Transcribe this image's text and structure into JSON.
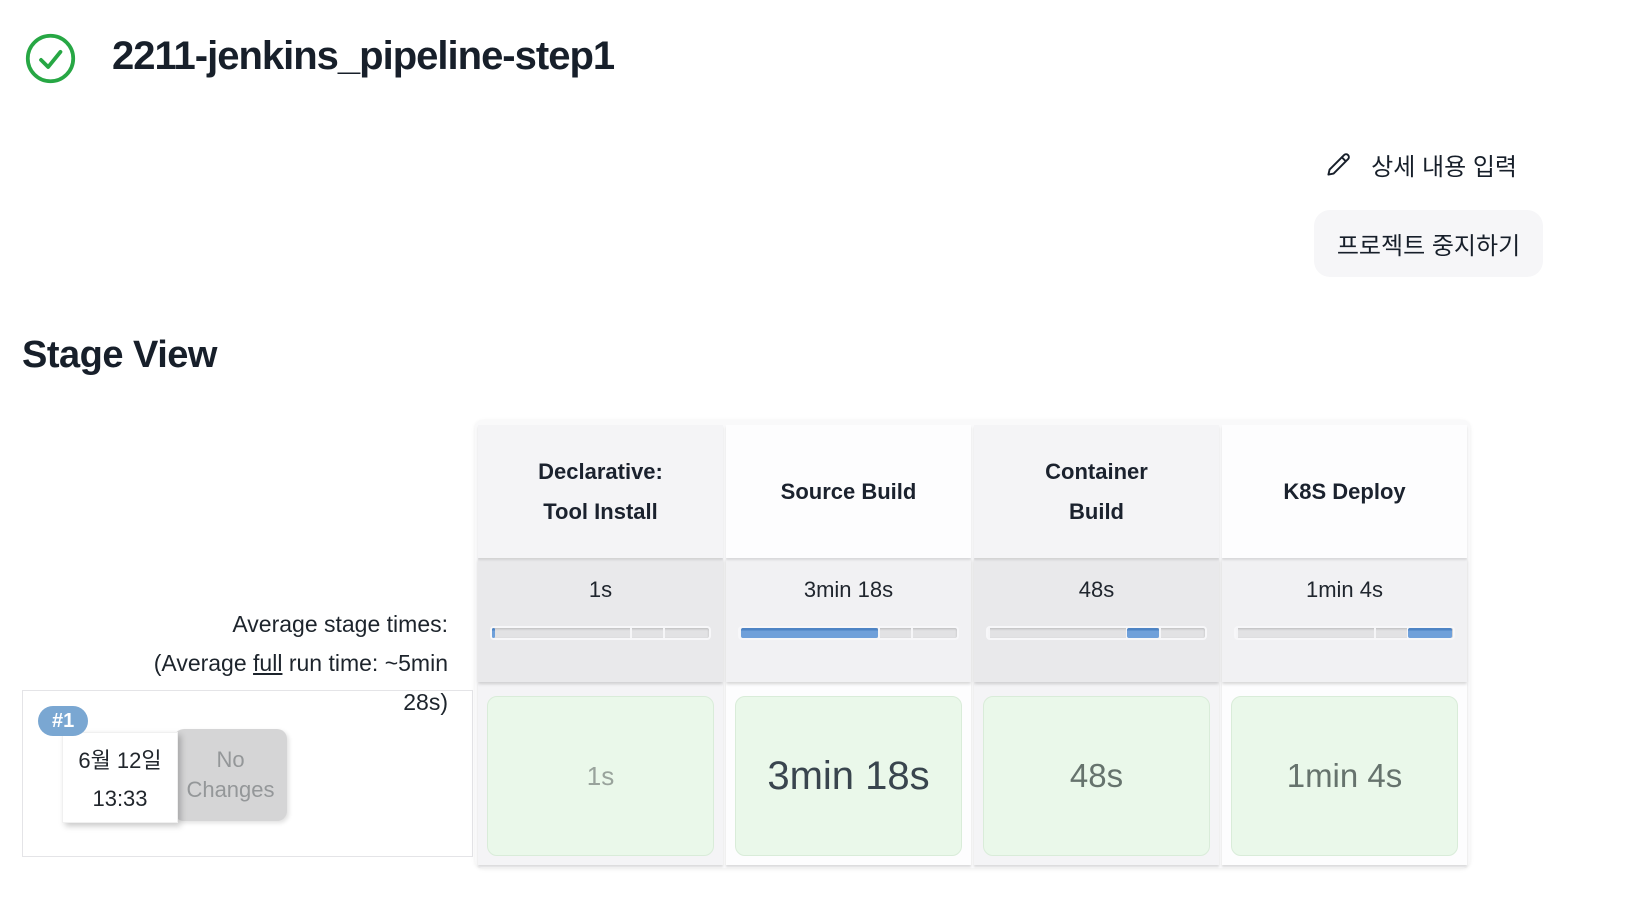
{
  "header": {
    "title": "2211-jenkins_pipeline-step1",
    "status_icon": "check-circle-icon",
    "status_color": "#27a744"
  },
  "toolbar": {
    "edit_label": "상세 내용 입력",
    "stop_button_label": "프로젝트 중지하기"
  },
  "stage_view": {
    "heading": "Stage View",
    "avg_label": {
      "line1": "Average stage times:",
      "line2_pre": "(Average ",
      "line2_underlined": "full",
      "line2_post": " run time: ~5min",
      "line3": "28s)"
    },
    "bar_color": "#5e90cf",
    "bar_boundaries_pct": [
      0,
      0.32,
      64.0,
      79.4,
      100
    ],
    "stages": [
      {
        "name": "Declarative: Tool Install",
        "avg_time": "1s",
        "bar_segment": 0
      },
      {
        "name": "Source Build",
        "avg_time": "3min 18s",
        "bar_segment": 1
      },
      {
        "name": "Container Build",
        "avg_time": "48s",
        "bar_segment": 2
      },
      {
        "name": "K8S Deploy",
        "avg_time": "1min 4s",
        "bar_segment": 3
      }
    ],
    "builds": [
      {
        "id": "#1",
        "date": "6월 12일",
        "time": "13:33",
        "changes": "No Changes",
        "stage_times": [
          "1s",
          "3min 18s",
          "48s",
          "1min 4s"
        ]
      }
    ]
  }
}
